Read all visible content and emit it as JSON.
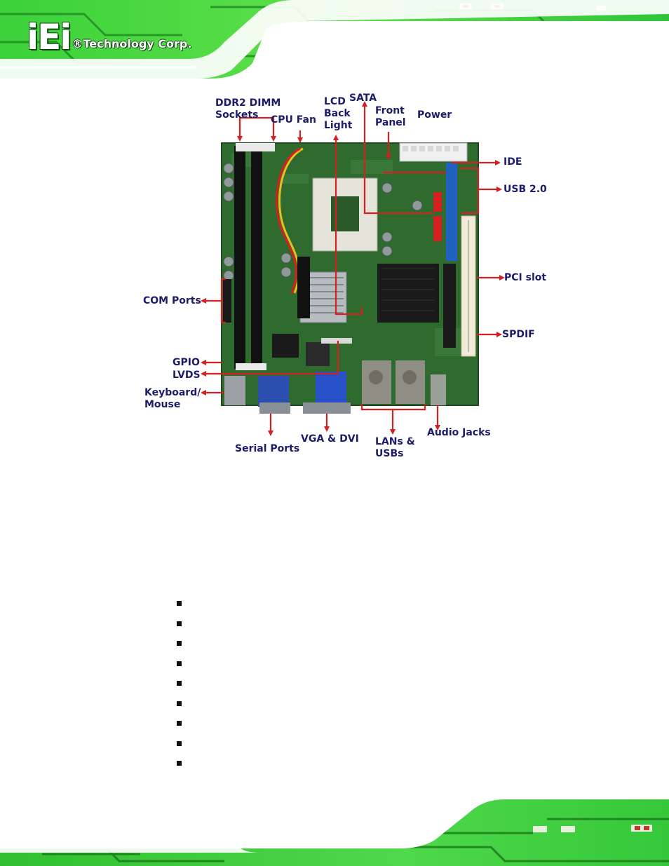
{
  "header": {
    "logo_mark": "iEi",
    "company": "®Technology Corp."
  },
  "figure": {
    "labels": {
      "ddr2": "DDR2 DIMM\nSockets",
      "cpu_fan": "CPU Fan",
      "lcd_backlight": "LCD\nBack\nLight",
      "sata": "SATA",
      "front_panel": "Front\nPanel",
      "power": "Power",
      "ide": "IDE",
      "usb20": "USB 2.0",
      "pci_slot": "PCI slot",
      "spdif": "SPDIF",
      "com_ports": "COM Ports",
      "gpio": "GPIO",
      "lvds": "LVDS",
      "keyboard_mouse": "Keyboard/\nMouse",
      "serial_ports": "Serial Ports",
      "vga_dvi": "VGA  & DVI",
      "lans_usbs": "LANs &\nUSBs",
      "audio_jacks": "Audio Jacks"
    },
    "colors": {
      "annotation": "#d42020",
      "label_text": "#1c1c6a",
      "board": "#2f6b2f"
    }
  },
  "bullets": [
    "",
    "",
    "",
    "",
    "",
    "",
    "",
    "",
    ""
  ]
}
